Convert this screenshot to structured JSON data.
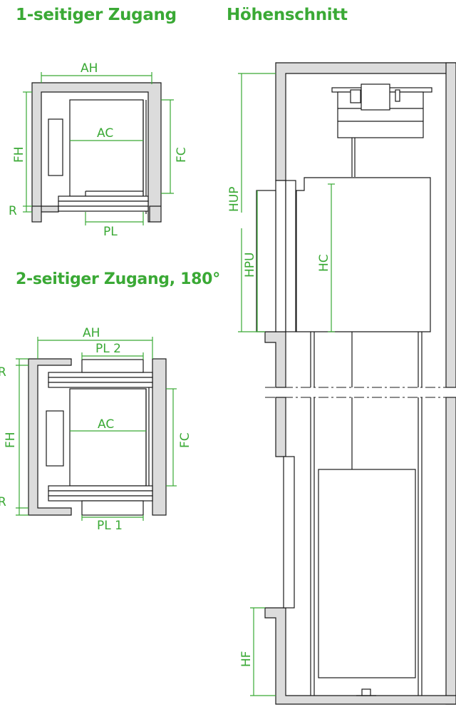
{
  "titles": {
    "single_access": "1-seitiger Zugang",
    "height_section": "Höhenschnitt",
    "double_access": "2-seitiger Zugang, 180°"
  },
  "labels": {
    "ah": "AH",
    "ac": "AC",
    "fh": "FH",
    "fc": "FC",
    "r": "R",
    "pl": "PL",
    "pl1": "PL 1",
    "pl2": "PL 2",
    "hup": "HUP",
    "hpu": "HPU",
    "hc": "HC",
    "hf": "HF"
  },
  "colors": {
    "accent": "#3aa935",
    "wall": "#dcdcdc",
    "line": "#1a1a1a"
  }
}
